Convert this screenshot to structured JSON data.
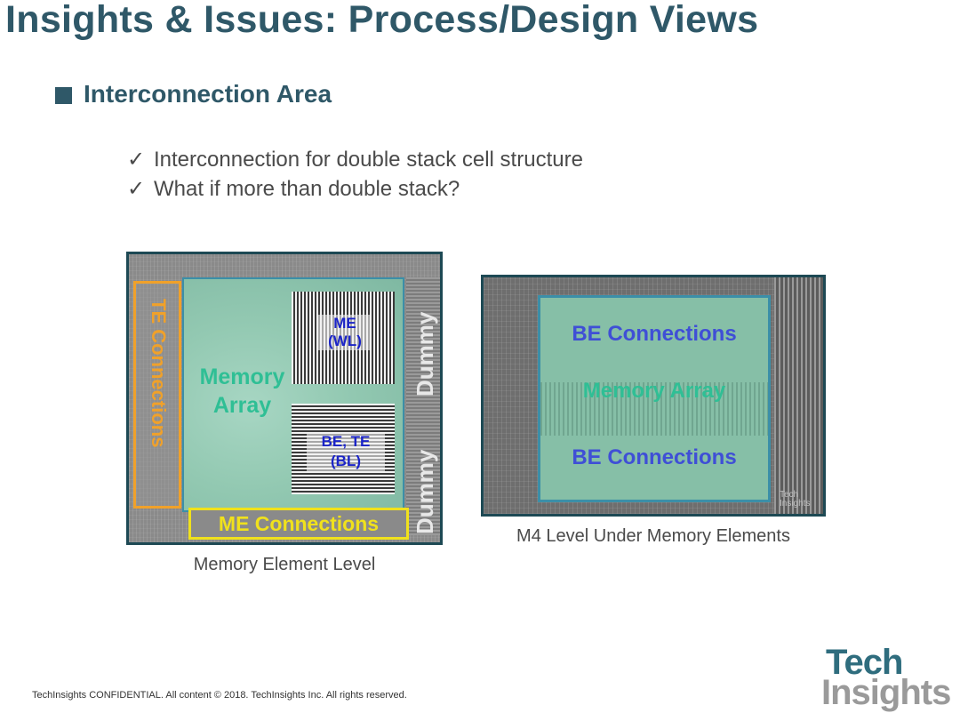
{
  "slide": {
    "title": "Insights & Issues: Process/Design Views",
    "section_heading": "Interconnection Area",
    "bullets": [
      "Interconnection for double stack cell structure",
      "What if more than double stack?"
    ],
    "check_glyph": "✓"
  },
  "figure_left": {
    "te_label": "TE Connections",
    "memory_array_line1": "Memory",
    "memory_array_line2": "Array",
    "wl_line1": "ME",
    "wl_line2": "(WL)",
    "bl_line1": "BE, TE",
    "bl_line2": "(BL)",
    "dummy_top": "Dummy",
    "dummy_bottom": "Dummy",
    "me_label": "ME Connections",
    "caption": "Memory Element Level"
  },
  "figure_right": {
    "be_top": "BE Connections",
    "memory_array": "Memory Array",
    "be_bottom": "BE Connections",
    "watermark_line1": "Tech",
    "watermark_line2": "Insights",
    "caption": "M4 Level Under Memory Elements"
  },
  "footer": {
    "text": "TechInsights CONFIDENTIAL. All content © 2018. TechInsights Inc. All rights reserved."
  },
  "logo": {
    "line1": "Tech",
    "line2": "Insights"
  },
  "colors": {
    "title": "#2f5868",
    "te_outline": "#f0a12a",
    "me_outline": "#f0e11c",
    "array_text": "#2fbf95",
    "be_text": "#3f4fd6",
    "wl_bl_text": "#1b24c8",
    "frame": "#1d4954"
  }
}
